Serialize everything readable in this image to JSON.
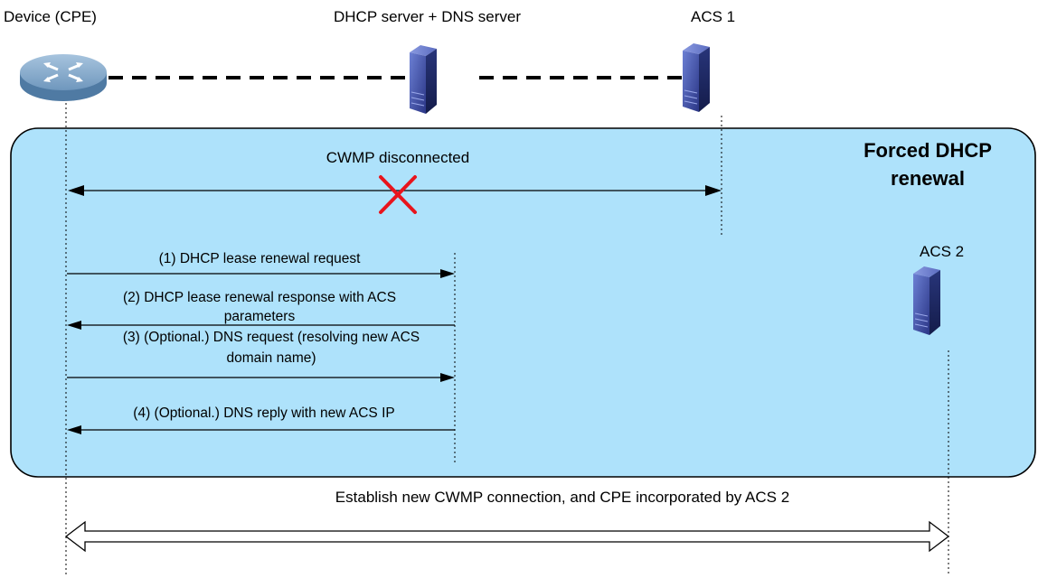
{
  "nodes": {
    "cpe": "Device (CPE)",
    "dhcp_dns": "DHCP server + DNS server",
    "acs1": "ACS 1",
    "acs2": "ACS 2"
  },
  "phase": {
    "title_line1": "Forced DHCP",
    "title_line2": "renewal"
  },
  "cwmp_status": "CWMP disconnected",
  "messages": {
    "m1": "(1) DHCP lease renewal request",
    "m2_line1": "(2) DHCP lease renewal response with ACS",
    "m2_line2": "parameters",
    "m3_line1": "(3) (Optional.) DNS request (resolving new ACS",
    "m3_line2": "domain name)",
    "m4": "(4) (Optional.) DNS reply with new ACS IP"
  },
  "final": "Establish new CWMP connection, and CPE incorporated by ACS 2",
  "colors": {
    "box_fill": "#aee2fb",
    "box_stroke": "#000000",
    "cross": "#e8141c",
    "router": "#7fa6c8",
    "server_front": "#3a4aa0",
    "server_side": "#1e2866"
  }
}
